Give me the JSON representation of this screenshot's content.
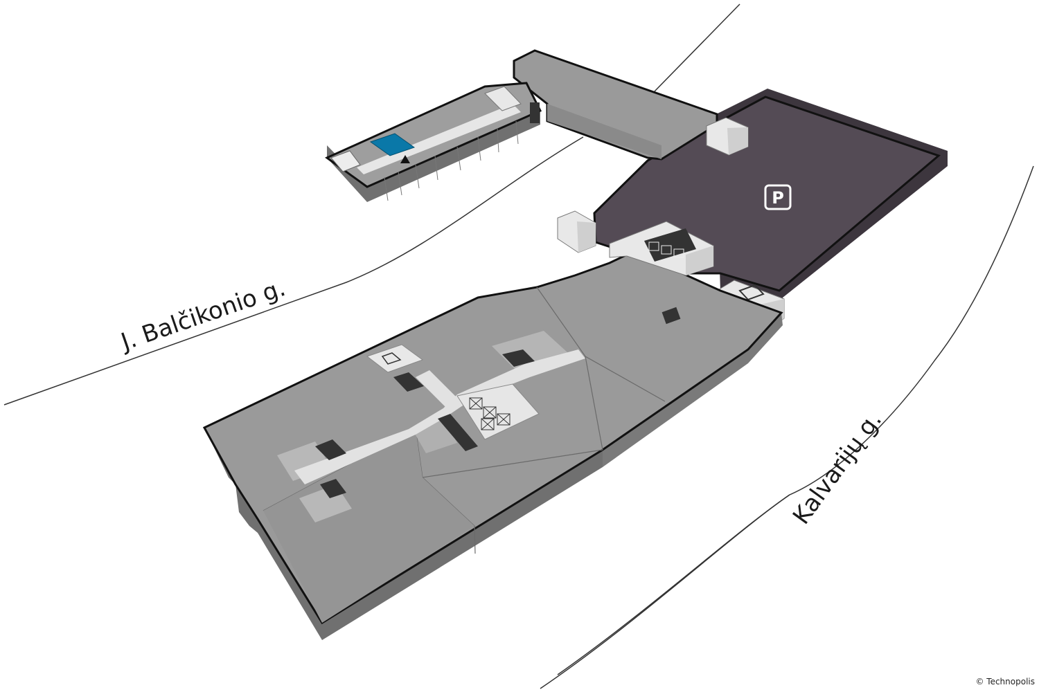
{
  "streets": {
    "balcikonio": "J. Balčikonio g.",
    "kalvariju": "Kalvarijų g."
  },
  "parking": {
    "letter": "P",
    "icon": "parking-icon"
  },
  "credit": "© Technopolis",
  "colors": {
    "floor": "#9a9a9a",
    "floor_dark": "#8e8e8e",
    "walls": "#6c6c6c",
    "corridor": "#e4e4e4",
    "core_dark": "#333333",
    "parking_floor": "#544b55",
    "parking_wall": "#3d363e",
    "highlight": "#0a78a8",
    "outline": "#111111"
  },
  "markers": {
    "location": "location-arrow-icon"
  }
}
